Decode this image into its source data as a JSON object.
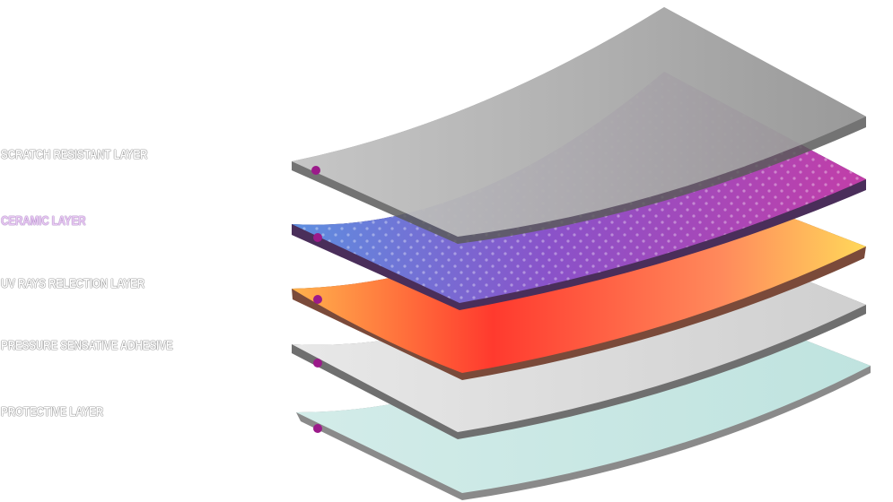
{
  "layers": [
    {
      "label": "SCRATCH RESISTANT LAYER"
    },
    {
      "label": "CERAMIC LAYER"
    },
    {
      "label": "UV RAYS RELECTION LAYER"
    },
    {
      "label": "PRESSURE SENSATIVE ADHESIVE"
    },
    {
      "label": "PROTECTIVE LAYER"
    }
  ],
  "colors": {
    "leader_line_start": "#4aa8e8",
    "leader_line_end": "#a0168e",
    "dot": "#9b1a8a"
  }
}
